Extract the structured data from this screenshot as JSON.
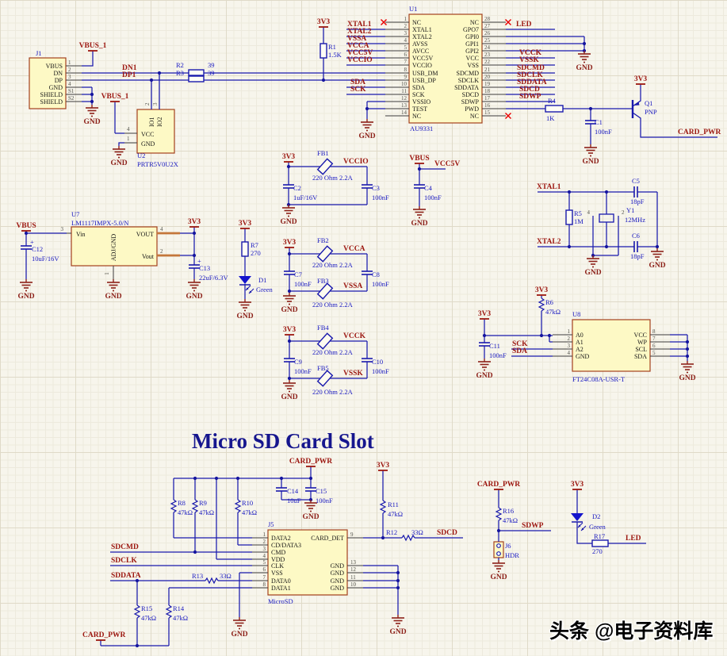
{
  "title": "Micro SD Card Slot",
  "watermark": "头条 @电子资料库",
  "nets": {
    "vbus1": "VBUS_1",
    "dn1": "DN1",
    "dp1": "DP1",
    "v33": "3V3",
    "vbus": "VBUS",
    "vcc5v": "VCC5V",
    "vccio": "VCCIO",
    "xtal1": "XTAL1",
    "xtal2": "XTAL2",
    "vssa": "VSSA",
    "vcca": "VCCA",
    "sda": "SDA",
    "sck": "SCK",
    "led": "LED",
    "vcck": "VCCK",
    "vssk": "VSSK",
    "sdcmd": "SDCMD",
    "sdclk": "SDCLK",
    "sddata": "SDDATA",
    "sdcd": "SDCD",
    "sdwp": "SDWP",
    "cardpwr": "CARD_PWR",
    "gnd": "GND"
  },
  "parts": {
    "j1": {
      "ref": "J1",
      "pins": [
        [
          "1",
          "VBUS"
        ],
        [
          "2",
          "DN"
        ],
        [
          "3",
          "DP"
        ],
        [
          "4",
          "GND"
        ],
        [
          "S1",
          "SHIELD"
        ],
        [
          "S2",
          "SHIELD"
        ]
      ]
    },
    "u2": {
      "ref": "U2",
      "part": "PRTR5V0U2X",
      "io1": "IO1",
      "io2": "IO2",
      "vcc": "VCC",
      "gnd": "GND",
      "n2": "2",
      "n3": "3",
      "n4": "4",
      "n1": "1"
    },
    "u1": {
      "ref": "U1",
      "part": "AU9331",
      "left": [
        [
          "1",
          "NC"
        ],
        [
          "2",
          "XTAL1"
        ],
        [
          "3",
          "XTAL2"
        ],
        [
          "4",
          "AVSS"
        ],
        [
          "5",
          "AVCC"
        ],
        [
          "6",
          "VCC5V"
        ],
        [
          "7",
          "VCCIO"
        ],
        [
          "8",
          "USB_DM"
        ],
        [
          "9",
          "USB_DP"
        ],
        [
          "10",
          "SDA"
        ],
        [
          "11",
          "SCK"
        ],
        [
          "12",
          "VSSIO"
        ],
        [
          "13",
          "TEST"
        ],
        [
          "14",
          "NC"
        ]
      ],
      "right": [
        [
          "28",
          "NC"
        ],
        [
          "27",
          "GPO7"
        ],
        [
          "26",
          "GPI0"
        ],
        [
          "25",
          "GPI1"
        ],
        [
          "24",
          "GPI2"
        ],
        [
          "23",
          "VCC"
        ],
        [
          "22",
          "VSS"
        ],
        [
          "21",
          "SDCMD"
        ],
        [
          "20",
          "SDCLK"
        ],
        [
          "19",
          "SDDATA"
        ],
        [
          "18",
          "SDCD"
        ],
        [
          "17",
          "SDWP"
        ],
        [
          "16",
          "PWD"
        ],
        [
          "15",
          "NC"
        ]
      ]
    },
    "u7": {
      "ref": "U7",
      "part": "LM1117IMPX-5.0/N",
      "vin": "Vin",
      "adj": "ADJ/GND",
      "vout": "VOUT",
      "vout2": "Vout",
      "n1": "1",
      "n2": "2",
      "n3": "3",
      "n4": "4"
    },
    "u8": {
      "ref": "U8",
      "part": "FT24C08A-USR-T",
      "left": [
        [
          "1",
          "A0"
        ],
        [
          "2",
          "A1"
        ],
        [
          "3",
          "A2"
        ],
        [
          "4",
          "GND"
        ]
      ],
      "right": [
        [
          "8",
          "VCC"
        ],
        [
          "7",
          "WP"
        ],
        [
          "6",
          "SCL"
        ],
        [
          "5",
          "SDA"
        ]
      ]
    },
    "j5": {
      "ref": "J5",
      "part": "MicroSD",
      "left": [
        [
          "1",
          "DATA2"
        ],
        [
          "2",
          "CD/DATA3"
        ],
        [
          "3",
          "CMD"
        ],
        [
          "4",
          "VDD"
        ],
        [
          "5",
          "CLK"
        ],
        [
          "6",
          "VSS"
        ],
        [
          "7",
          "DATA0"
        ],
        [
          "8",
          "DATA1"
        ]
      ],
      "right": [
        [
          "9",
          "CARD_DET"
        ],
        [
          "13",
          "GND"
        ],
        [
          "12",
          "GND"
        ],
        [
          "11",
          "GND"
        ],
        [
          "10",
          "GND"
        ]
      ]
    },
    "j6": {
      "ref": "J6",
      "part": "HDR"
    }
  },
  "passives": {
    "r1": {
      "ref": "R1",
      "value": "1.5K"
    },
    "r2": {
      "ref": "R2",
      "value": "39"
    },
    "r3": {
      "ref": "R3",
      "value": "39"
    },
    "r4": {
      "ref": "R4",
      "value": "1K"
    },
    "r5": {
      "ref": "R5",
      "value": "1M"
    },
    "r6": {
      "ref": "R6",
      "value": "47kΩ"
    },
    "r7": {
      "ref": "R7",
      "value": "270"
    },
    "r8": {
      "ref": "R8",
      "value": "47kΩ"
    },
    "r9": {
      "ref": "R9",
      "value": "47kΩ"
    },
    "r10": {
      "ref": "R10",
      "value": "47kΩ"
    },
    "r11": {
      "ref": "R11",
      "value": "47kΩ"
    },
    "r12": {
      "ref": "R12",
      "value": "33Ω"
    },
    "r13": {
      "ref": "R13",
      "value": "33Ω"
    },
    "r14": {
      "ref": "R14",
      "value": "47kΩ"
    },
    "r15": {
      "ref": "R15",
      "value": "47kΩ"
    },
    "r16": {
      "ref": "R16",
      "value": "47kΩ"
    },
    "r17": {
      "ref": "R17",
      "value": "270"
    },
    "c1": {
      "ref": "C1",
      "value": "100nF"
    },
    "c2": {
      "ref": "C2",
      "value": "1uF/16V"
    },
    "c3": {
      "ref": "C3",
      "value": "100nF"
    },
    "c4": {
      "ref": "C4",
      "value": "100nF"
    },
    "c5": {
      "ref": "C5",
      "value": "18pF"
    },
    "c6": {
      "ref": "C6",
      "value": "18pF"
    },
    "c7": {
      "ref": "C7",
      "value": "100nF"
    },
    "c8": {
      "ref": "C8",
      "value": "100nF"
    },
    "c9": {
      "ref": "C9",
      "value": "100nF"
    },
    "c10": {
      "ref": "C10",
      "value": "100nF"
    },
    "c11": {
      "ref": "C11",
      "value": "100nF"
    },
    "c12": {
      "ref": "C12",
      "value": "10uF/16V"
    },
    "c13": {
      "ref": "C13",
      "value": "22uF/6.3V"
    },
    "c14": {
      "ref": "C14",
      "value": "10uF"
    },
    "c15": {
      "ref": "C15",
      "value": "100nF"
    },
    "fb1": {
      "ref": "FB1",
      "value": "220 Ohm 2.2A"
    },
    "fb2": {
      "ref": "FB2",
      "value": "220 Ohm 2.2A"
    },
    "fb3": {
      "ref": "FB3",
      "value": "220 Ohm 2.2A"
    },
    "fb4": {
      "ref": "FB4",
      "value": "220 Ohm 2.2A"
    },
    "fb5": {
      "ref": "FB5",
      "value": "220 Ohm 2.2A"
    },
    "y1": {
      "ref": "Y1",
      "value": "12MHz",
      "pin4": "4",
      "pin2": "2"
    },
    "d1": {
      "ref": "D1",
      "value": "Green"
    },
    "d2": {
      "ref": "D2",
      "value": "Green"
    },
    "q1": {
      "ref": "Q1",
      "value": "PNP"
    },
    "plus": "+"
  }
}
